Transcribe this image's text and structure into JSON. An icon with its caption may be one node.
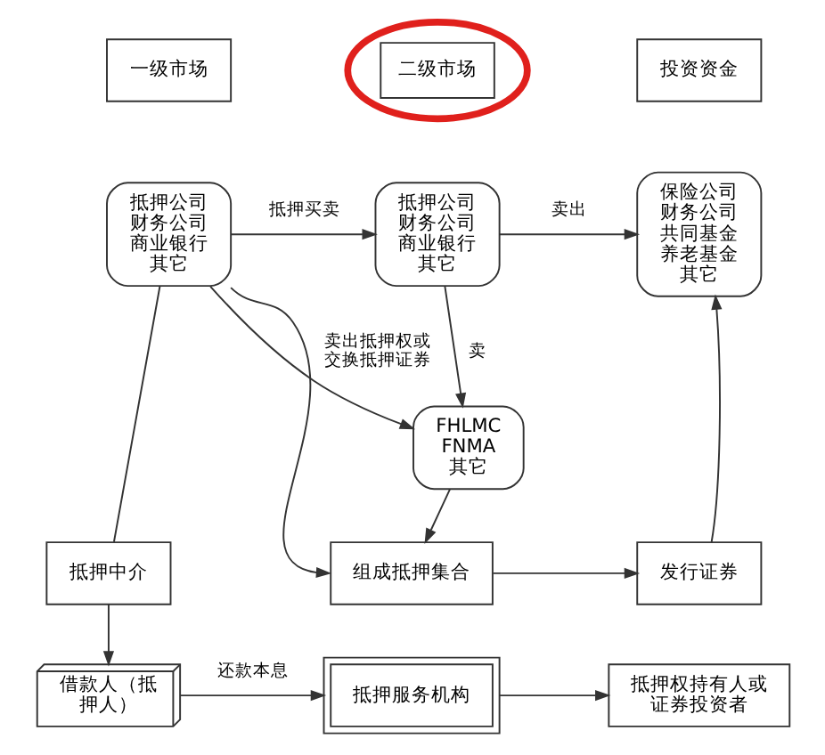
{
  "diagram": {
    "nodes": [
      {
        "text": [
          "一级市场"
        ]
      },
      {
        "text": [
          "二级市场"
        ]
      },
      {
        "text": [
          "投资资金"
        ]
      },
      {
        "text": [
          "抵押公司",
          "财务公司",
          "商业银行",
          "其它"
        ]
      },
      {
        "text": [
          "抵押公司",
          "财务公司",
          "商业银行",
          "其它"
        ]
      },
      {
        "text": [
          "FHLMC",
          "FNMA",
          "其它"
        ]
      },
      {
        "text": [
          "保险公司",
          "财务公司",
          "共同基金",
          "养老基金",
          "其它"
        ]
      },
      {
        "text": [
          "组成抵押集合"
        ]
      },
      {
        "text": [
          "发行证券"
        ]
      },
      {
        "text": [
          "抵押中介"
        ]
      },
      {
        "text": [
          "借款人（抵押人）"
        ]
      },
      {
        "text": [
          "抵押服务机构"
        ]
      },
      {
        "text": [
          "抵押权持有人或证券投资者"
        ]
      }
    ],
    "edges": [
      {
        "from": 4,
        "to": 3,
        "arrow": "to",
        "label": "抵押买卖"
      },
      {
        "from": 3,
        "to": 6,
        "arrow": "to",
        "label": "卖出"
      },
      {
        "from": 3,
        "to": 5,
        "arrow": "to",
        "label": "卖"
      },
      {
        "from": 4,
        "to": 5,
        "arrow": "to",
        "label": "卖出抵押权或交换抵押证券"
      },
      {
        "from": 4,
        "to": 7,
        "arrow": "to"
      },
      {
        "from": 5,
        "to": 7,
        "arrow": "to"
      },
      {
        "from": 7,
        "to": 8,
        "arrow": "to"
      },
      {
        "from": 8,
        "to": 6,
        "arrow": "to"
      },
      {
        "from": 4,
        "to": 9,
        "arrow": "none"
      },
      {
        "from": 9,
        "to": 10,
        "arrow": "to"
      },
      {
        "from": 10,
        "to": 11,
        "arrow": "to",
        "label": "还款本息"
      },
      {
        "from": 11,
        "to": 12,
        "arrow": "to"
      }
    ]
  }
}
